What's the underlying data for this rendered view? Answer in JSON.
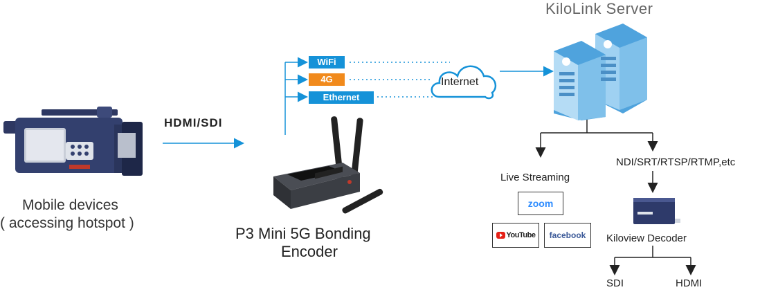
{
  "source": {
    "protocol_label": "HDMI/SDI",
    "caption_line1": "Mobile devices",
    "caption_line2": "( accessing hotspot )"
  },
  "encoder": {
    "caption_line1": "P3 Mini 5G Bonding",
    "caption_line2": "Encoder"
  },
  "network": {
    "links": [
      {
        "label": "WiFi",
        "color": "#1592d8"
      },
      {
        "label": "4G",
        "color": "#f18a1c"
      },
      {
        "label": "Ethernet",
        "color": "#1592d8"
      }
    ],
    "cloud_label": "Internet"
  },
  "server": {
    "title": "KiloLink Server"
  },
  "outputs": {
    "live_streaming_label": "Live Streaming",
    "protocols_label": "NDI/SRT/RTSP/RTMP,etc",
    "platforms": {
      "zoom": "zoom",
      "youtube": "YouTube",
      "facebook": "facebook"
    },
    "decoder_label": "Kiloview Decoder",
    "decoder_outputs": [
      "SDI",
      "HDMI"
    ]
  },
  "colors": {
    "accent_blue": "#1592d8",
    "server_blue": "#7fc0ea",
    "arrow_dark": "#222222"
  }
}
